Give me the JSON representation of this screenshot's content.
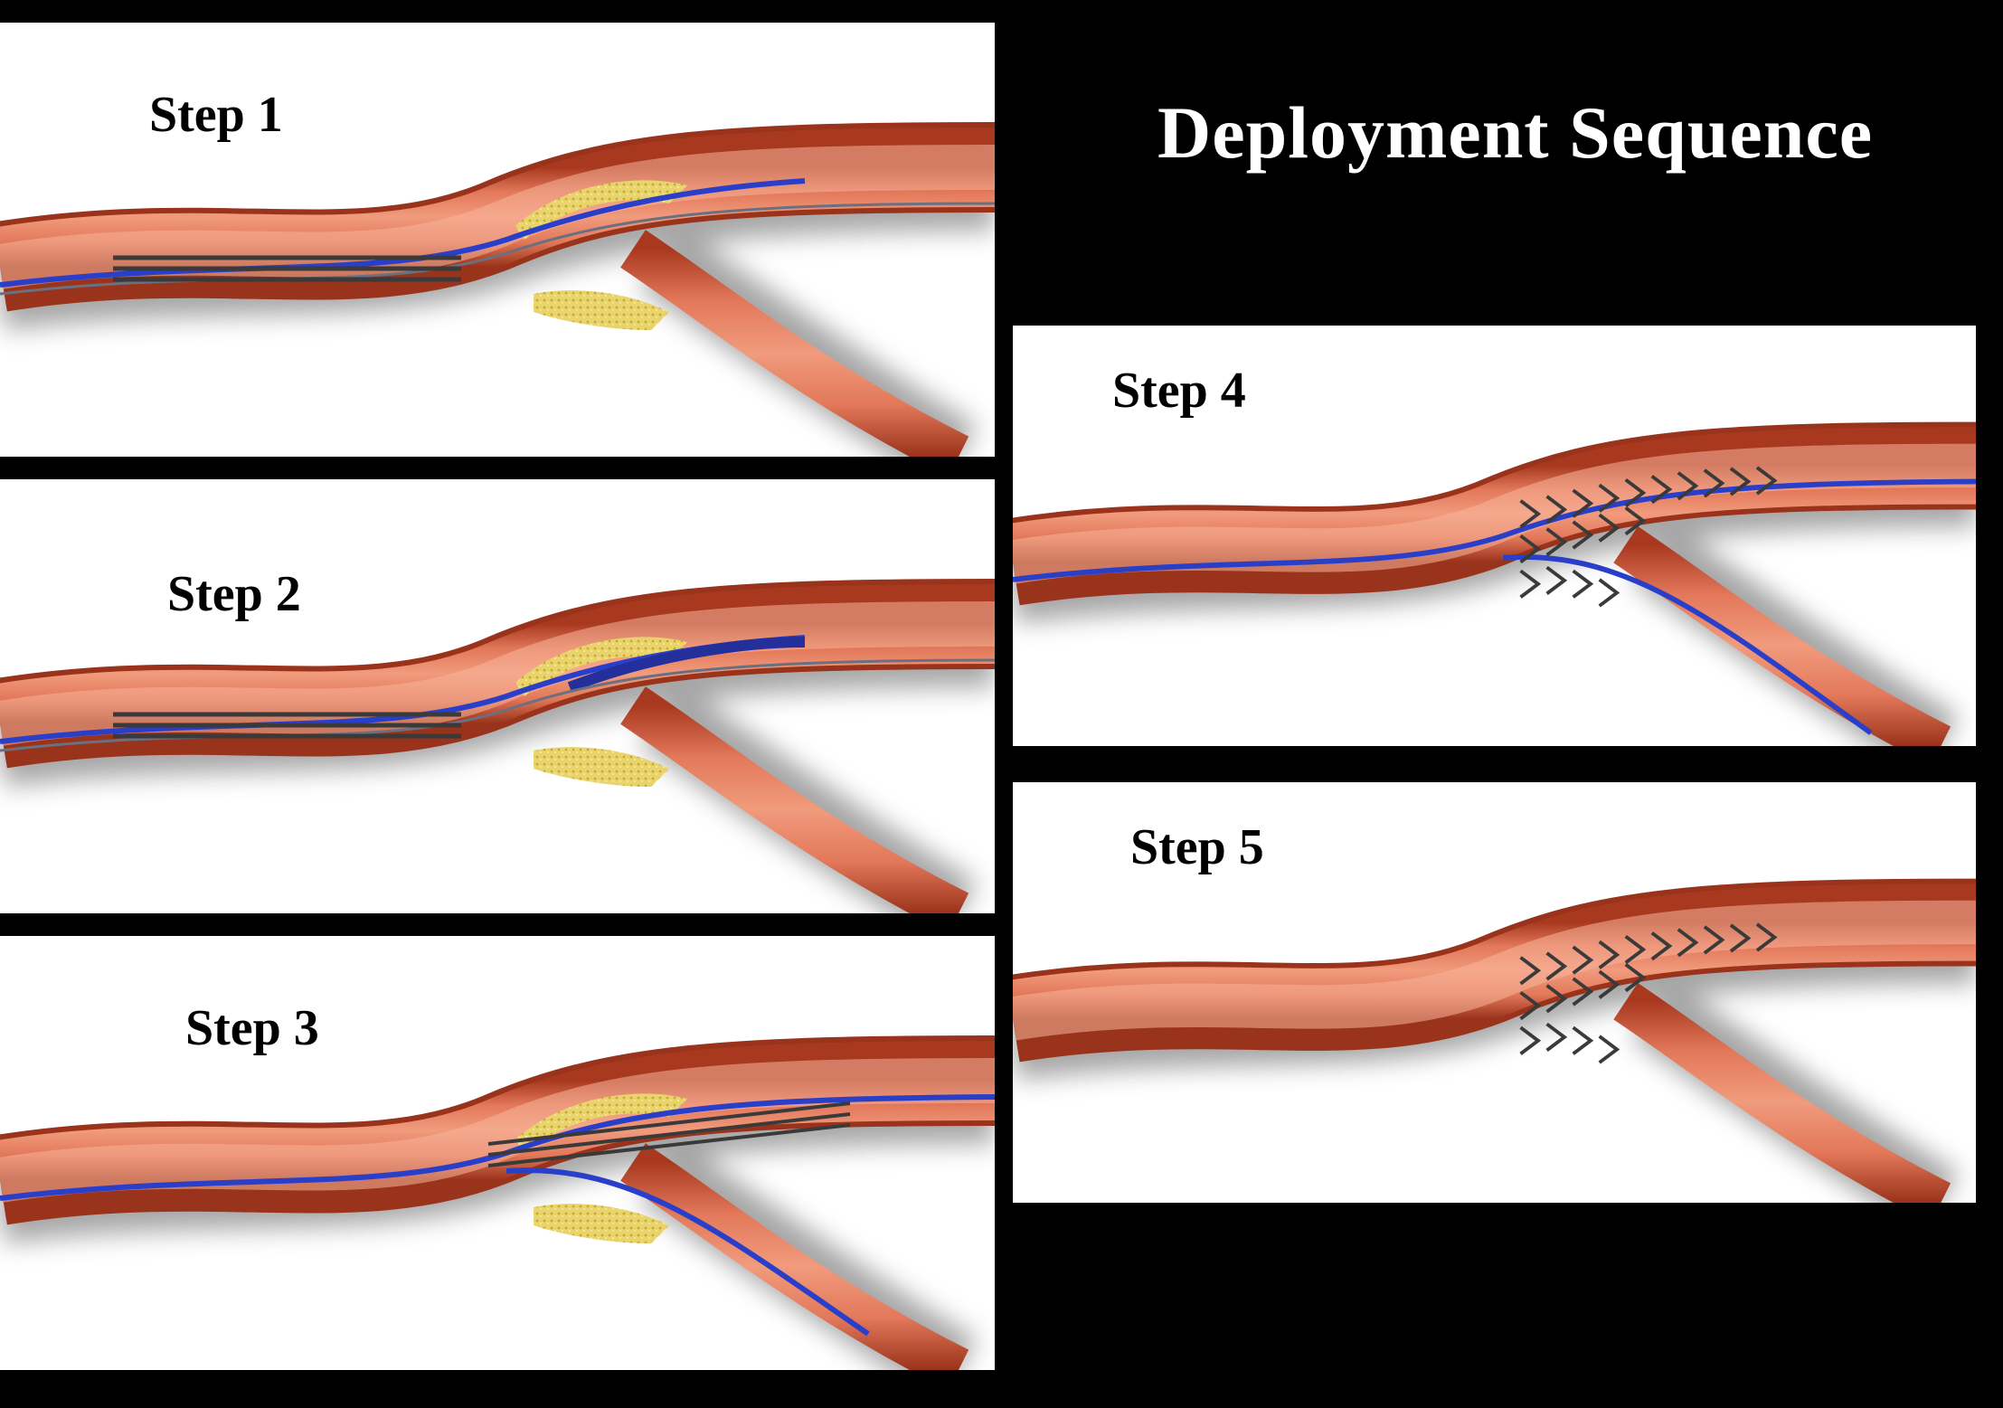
{
  "title": "Deployment Sequence",
  "steps": [
    {
      "label": "Step 1",
      "stage": "guidewires-placed-stent-in-main-vessel"
    },
    {
      "label": "Step 2",
      "stage": "stent-advanced-toward-bifurcation"
    },
    {
      "label": "Step 3",
      "stage": "stent-positioned-across-lesion"
    },
    {
      "label": "Step 4",
      "stage": "stent-deployed-wires-in-place"
    },
    {
      "label": "Step 5",
      "stage": "stent-deployed-wires-removed"
    }
  ],
  "colors": {
    "background": "#000000",
    "panel": "#ffffff",
    "vessel": "#d9603f",
    "vessel_wall": "#b23d22",
    "plaque": "#e7d26a",
    "guidewire": "#2a3fc9",
    "stent": "#3a3a3a"
  }
}
